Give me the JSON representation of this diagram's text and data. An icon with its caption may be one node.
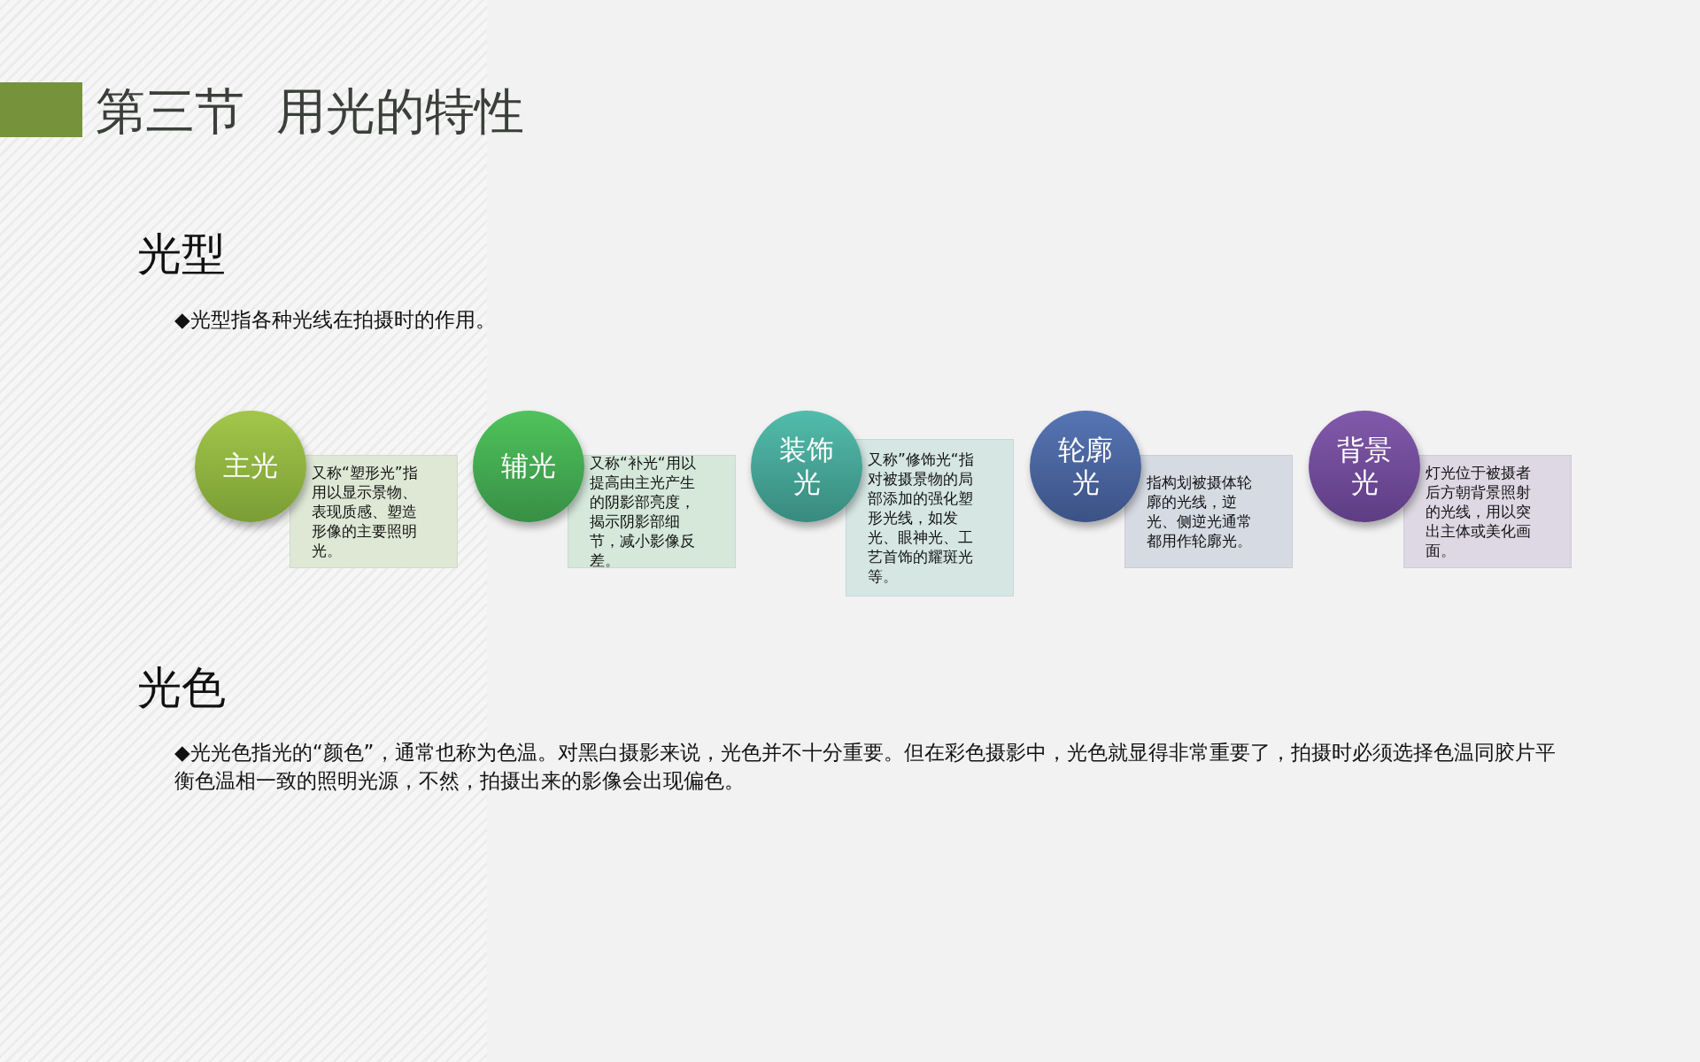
{
  "diagram": {
    "title": "第三节  用光的特性",
    "nodes": [
      {
        "text": [
          "主光"
        ]
      },
      {
        "text": [
          "又称“塑形光”指用以显示景物、表现质感、塑造形像的主要照明光。"
        ]
      },
      {
        "text": [
          "辅光"
        ]
      },
      {
        "text": [
          "又称“补光“用以提高由主光产生的阴影部亮度，揭示阴影部细节，减小影像反差。"
        ]
      },
      {
        "text": [
          "装饰光"
        ]
      },
      {
        "text": [
          "又称”修饰光“指对被摄景物的局部添加的强化塑形光线，如发光、眼神光、工艺首饰的耀斑光等。"
        ]
      },
      {
        "text": [
          "轮廓光"
        ]
      },
      {
        "text": [
          "指构划被摄体轮廓的光线，逆光、侧逆光通常都用作轮廓光。"
        ]
      },
      {
        "text": [
          "背景光"
        ]
      },
      {
        "text": [
          "灯光位于被摄者后方朝背景照射的光线，用以突出主体或美化画面。"
        ]
      }
    ],
    "labels": [
      "光型",
      "◆光型指各种光线在拍摄时的作用。",
      "光色",
      "◆光光色指光的“颜色”，通常也称为色温。对黑白摄影来说，光色并不十分重要。但在彩色摄影中，光色就显得非常重要了，拍摄时必须选择色温同胶片平衡色温相一致的照明光源，不然，拍摄出来的影像会出现偏色。"
    ]
  }
}
